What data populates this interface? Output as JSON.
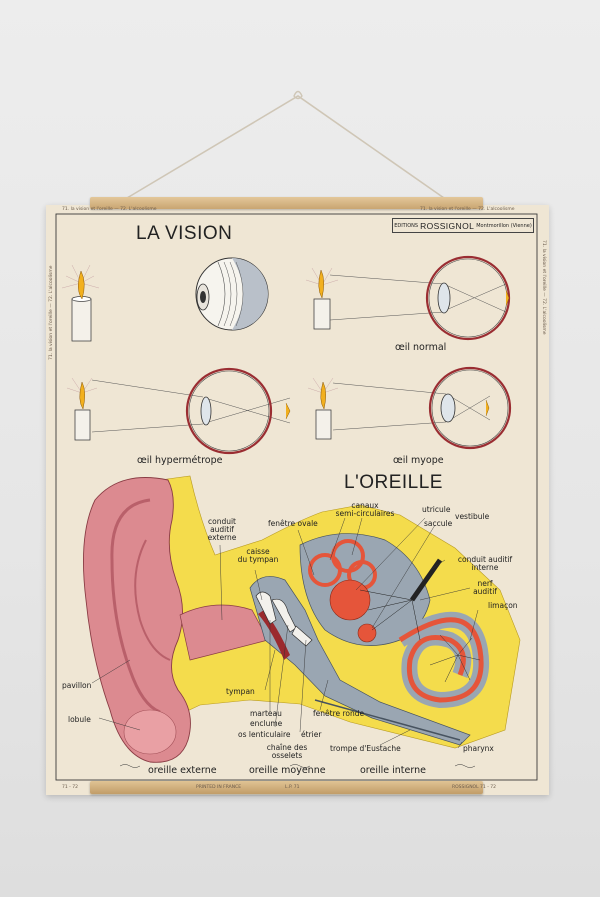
{
  "poster": {
    "publisher_box": {
      "prefix": "EDITIONS",
      "name": "ROSSIGNOL",
      "place": "Montmorillon (Vienne)"
    },
    "vision": {
      "title": "LA VISION",
      "labels": {
        "normal": "œil normal",
        "hyper": "œil hypermétrope",
        "myope": "œil myope"
      }
    },
    "ear": {
      "title": "L'OREILLE",
      "labels": {
        "conduit_externe": "conduit auditif externe",
        "conduit_externe_l1": "conduit",
        "conduit_externe_l2": "auditif",
        "conduit_externe_l3": "externe",
        "fenetre_ovale": "fenêtre ovale",
        "canaux_l1": "canaux",
        "canaux_l2": "semi-circulaires",
        "utricule": "utricule",
        "saccule": "saccule",
        "vestibule": "vestibule",
        "caisse_l1": "caisse",
        "caisse_l2": "du tympan",
        "conduit_interne_l1": "conduit auditif",
        "conduit_interne_l2": "interne",
        "nerf_l1": "nerf",
        "nerf_l2": "auditif",
        "limacon": "limaçon",
        "pavillon": "pavillon",
        "tympan": "tympan",
        "lobule": "lobule",
        "marteau": "marteau",
        "enclume": "enclume",
        "os_lenticulaire": "os lenticulaire",
        "etrier": "étrier",
        "fenetre_ronde": "fenêtre ronde",
        "chaine_l1": "chaîne des",
        "chaine_l2": "osselets",
        "trompe": "trompe d'Eustache",
        "pharynx": "pharynx",
        "oreille_externe": "oreille externe",
        "oreille_moyenne": "oreille moyenne",
        "oreille_interne": "oreille interne"
      }
    },
    "margin_text": {
      "top_left": "71. la vision et l'oreille — 72. L'alcoolisme",
      "top_right": "71. la vision et l'oreille — 72. L'alcoolisme",
      "bottom_left": "71 - 72",
      "bottom_center": "PRINTED IN FRANCE",
      "bottom_code": "L.P. 71",
      "bottom_right": "ROSSIGNOL 71 - 72"
    },
    "colors": {
      "paper": "#efe6d4",
      "ear_pink": "#dc8a90",
      "ear_yellow": "#f4dc4c",
      "inner_red": "#e5553a",
      "bone_grey": "#9aa6b2",
      "flame": "#f2b01e",
      "rail_wood": "#d8b98a"
    }
  }
}
